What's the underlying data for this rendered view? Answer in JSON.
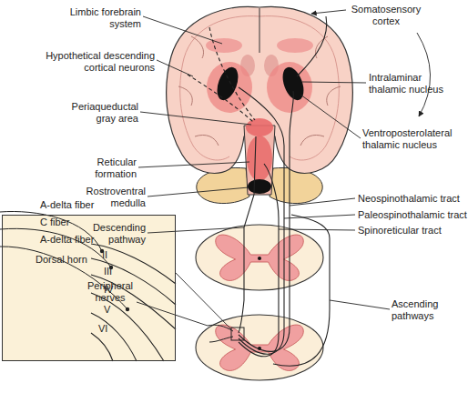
{
  "diagram": {
    "nodes": [
      {
        "text": [
          "Dorsal horn"
        ]
      }
    ],
    "labels": [
      "Somatosensory cortex",
      "Limbic forebrain system",
      "Hypothetical descending cortical neurons",
      "Periaqueductal gray area",
      "Reticular formation",
      "Rostroventral medulla",
      "Descending pathway",
      "Peripheral nerves",
      "Intralaminar thalamic nucleus",
      "Ventroposterolateral thalamic nucleus",
      "Neospinothalamic tract",
      "Paleospinothalamic tract",
      "Spinoreticular tract",
      "Ascending pathways",
      "A-delta fiber",
      "C fiber",
      "A-delta fiber",
      "II",
      "III",
      "IV",
      "V",
      "VI"
    ]
  }
}
